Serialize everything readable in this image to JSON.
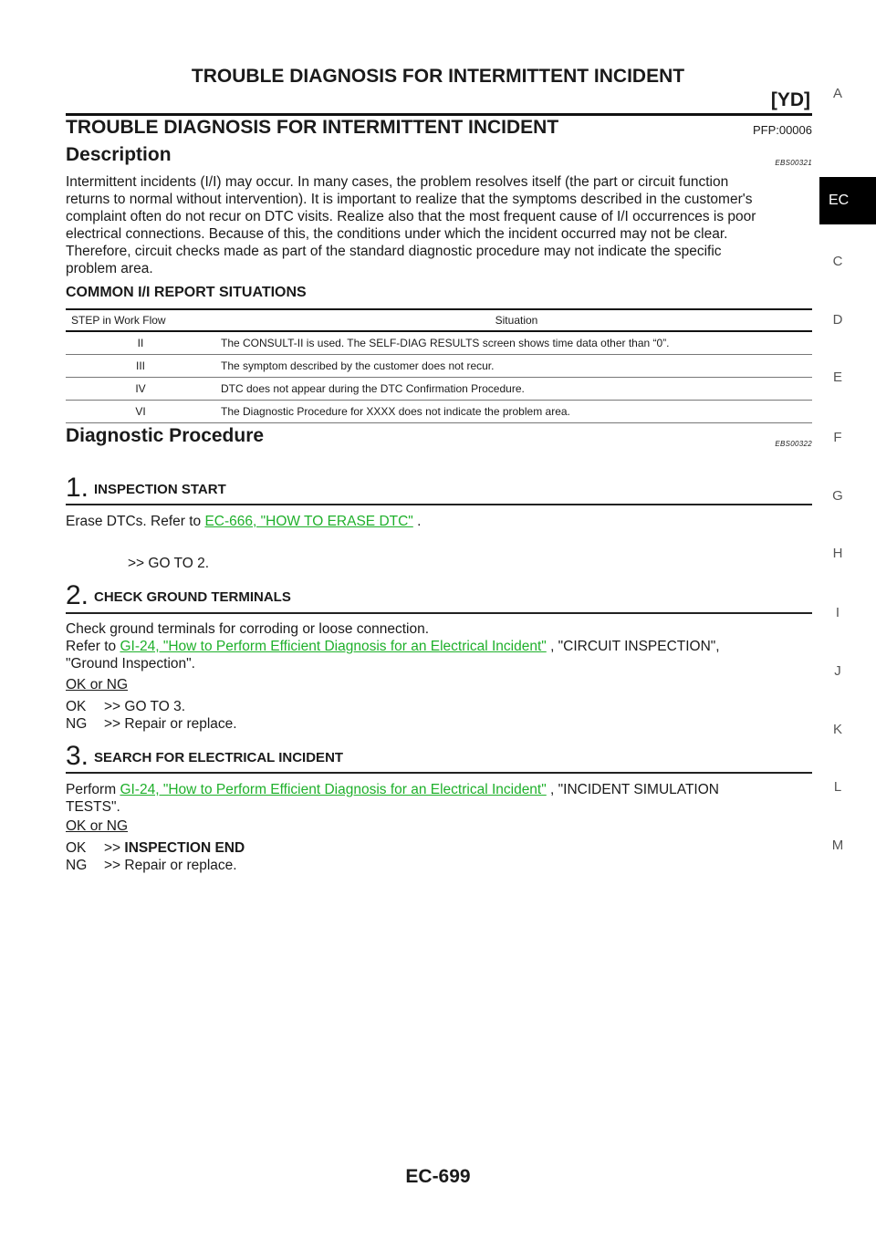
{
  "header": {
    "title": "TROUBLE DIAGNOSIS FOR INTERMITTENT INCIDENT",
    "model": "[YD]"
  },
  "sidenav": {
    "letters": [
      "A",
      "EC",
      "C",
      "D",
      "E",
      "F",
      "G",
      "H",
      "I",
      "J",
      "K",
      "L",
      "M"
    ],
    "active": "EC"
  },
  "section": {
    "title": "TROUBLE DIAGNOSIS FOR INTERMITTENT INCIDENT",
    "pfp": "PFP:00006"
  },
  "description": {
    "heading": "Description",
    "code": "EBS00321",
    "lines": [
      "Intermittent incidents (I/I) may occur. In many cases, the problem resolves itself (the part or circuit function",
      "returns to normal without intervention). It is important to realize that the symptoms described in the customer's",
      "complaint often do not recur on DTC visits. Realize also that the most frequent cause of I/I occurrences is poor",
      "electrical connections. Because of this, the conditions under which the incident occurred may not be clear.",
      "Therefore, circuit checks made as part of the standard diagnostic procedure may not indicate the specific",
      "problem area."
    ]
  },
  "report_situations": {
    "heading": "COMMON I/I REPORT SITUATIONS",
    "columns": [
      "STEP in Work Flow",
      "Situation"
    ],
    "rows": [
      [
        "II",
        "The CONSULT-II is used. The SELF-DIAG RESULTS screen shows time data other than “0”."
      ],
      [
        "III",
        "The symptom described by the customer does not recur."
      ],
      [
        "IV",
        "DTC does not appear during the DTC Confirmation Procedure."
      ],
      [
        "VI",
        "The Diagnostic Procedure for XXXX does not indicate the problem area."
      ]
    ]
  },
  "diagnostic": {
    "heading": "Diagnostic Procedure",
    "code": "EBS00322",
    "steps": [
      {
        "num": "1.",
        "title": "INSPECTION START",
        "line1_pre": "Erase DTCs. Refer to ",
        "line1_link": "EC-666, \"HOW TO ERASE DTC\"",
        "line1_post": " .",
        "goto": ">> GO TO 2."
      },
      {
        "num": "2.",
        "title": "CHECK GROUND TERMINALS",
        "line1": "Check ground terminals for corroding or loose connection.",
        "line2_pre": "Refer to ",
        "line2_link": "GI-24, \"How to Perform Efficient Diagnosis for an Electrical Incident\"",
        "line2_post": " , \"CIRCUIT INSPECTION\",",
        "line3": "\"Ground Inspection\".",
        "okng": "OK or NG",
        "ok_key": "OK",
        "ok_val": ">> GO TO 3.",
        "ng_key": "NG",
        "ng_val": ">> Repair or replace."
      },
      {
        "num": "3.",
        "title": "SEARCH FOR ELECTRICAL INCIDENT",
        "line1_pre": "Perform ",
        "line1_link": "GI-24, \"How to Perform Efficient Diagnosis for an Electrical Incident\"",
        "line1_post": " , \"INCIDENT SIMULATION",
        "line2": "TESTS\".",
        "okng": "OK or NG",
        "ok_key": "OK",
        "ok_arrow": ">>",
        "ok_val": "INSPECTION END",
        "ng_key": "NG",
        "ng_val": ">> Repair or replace."
      }
    ]
  },
  "footer": {
    "page": "EC-699"
  }
}
